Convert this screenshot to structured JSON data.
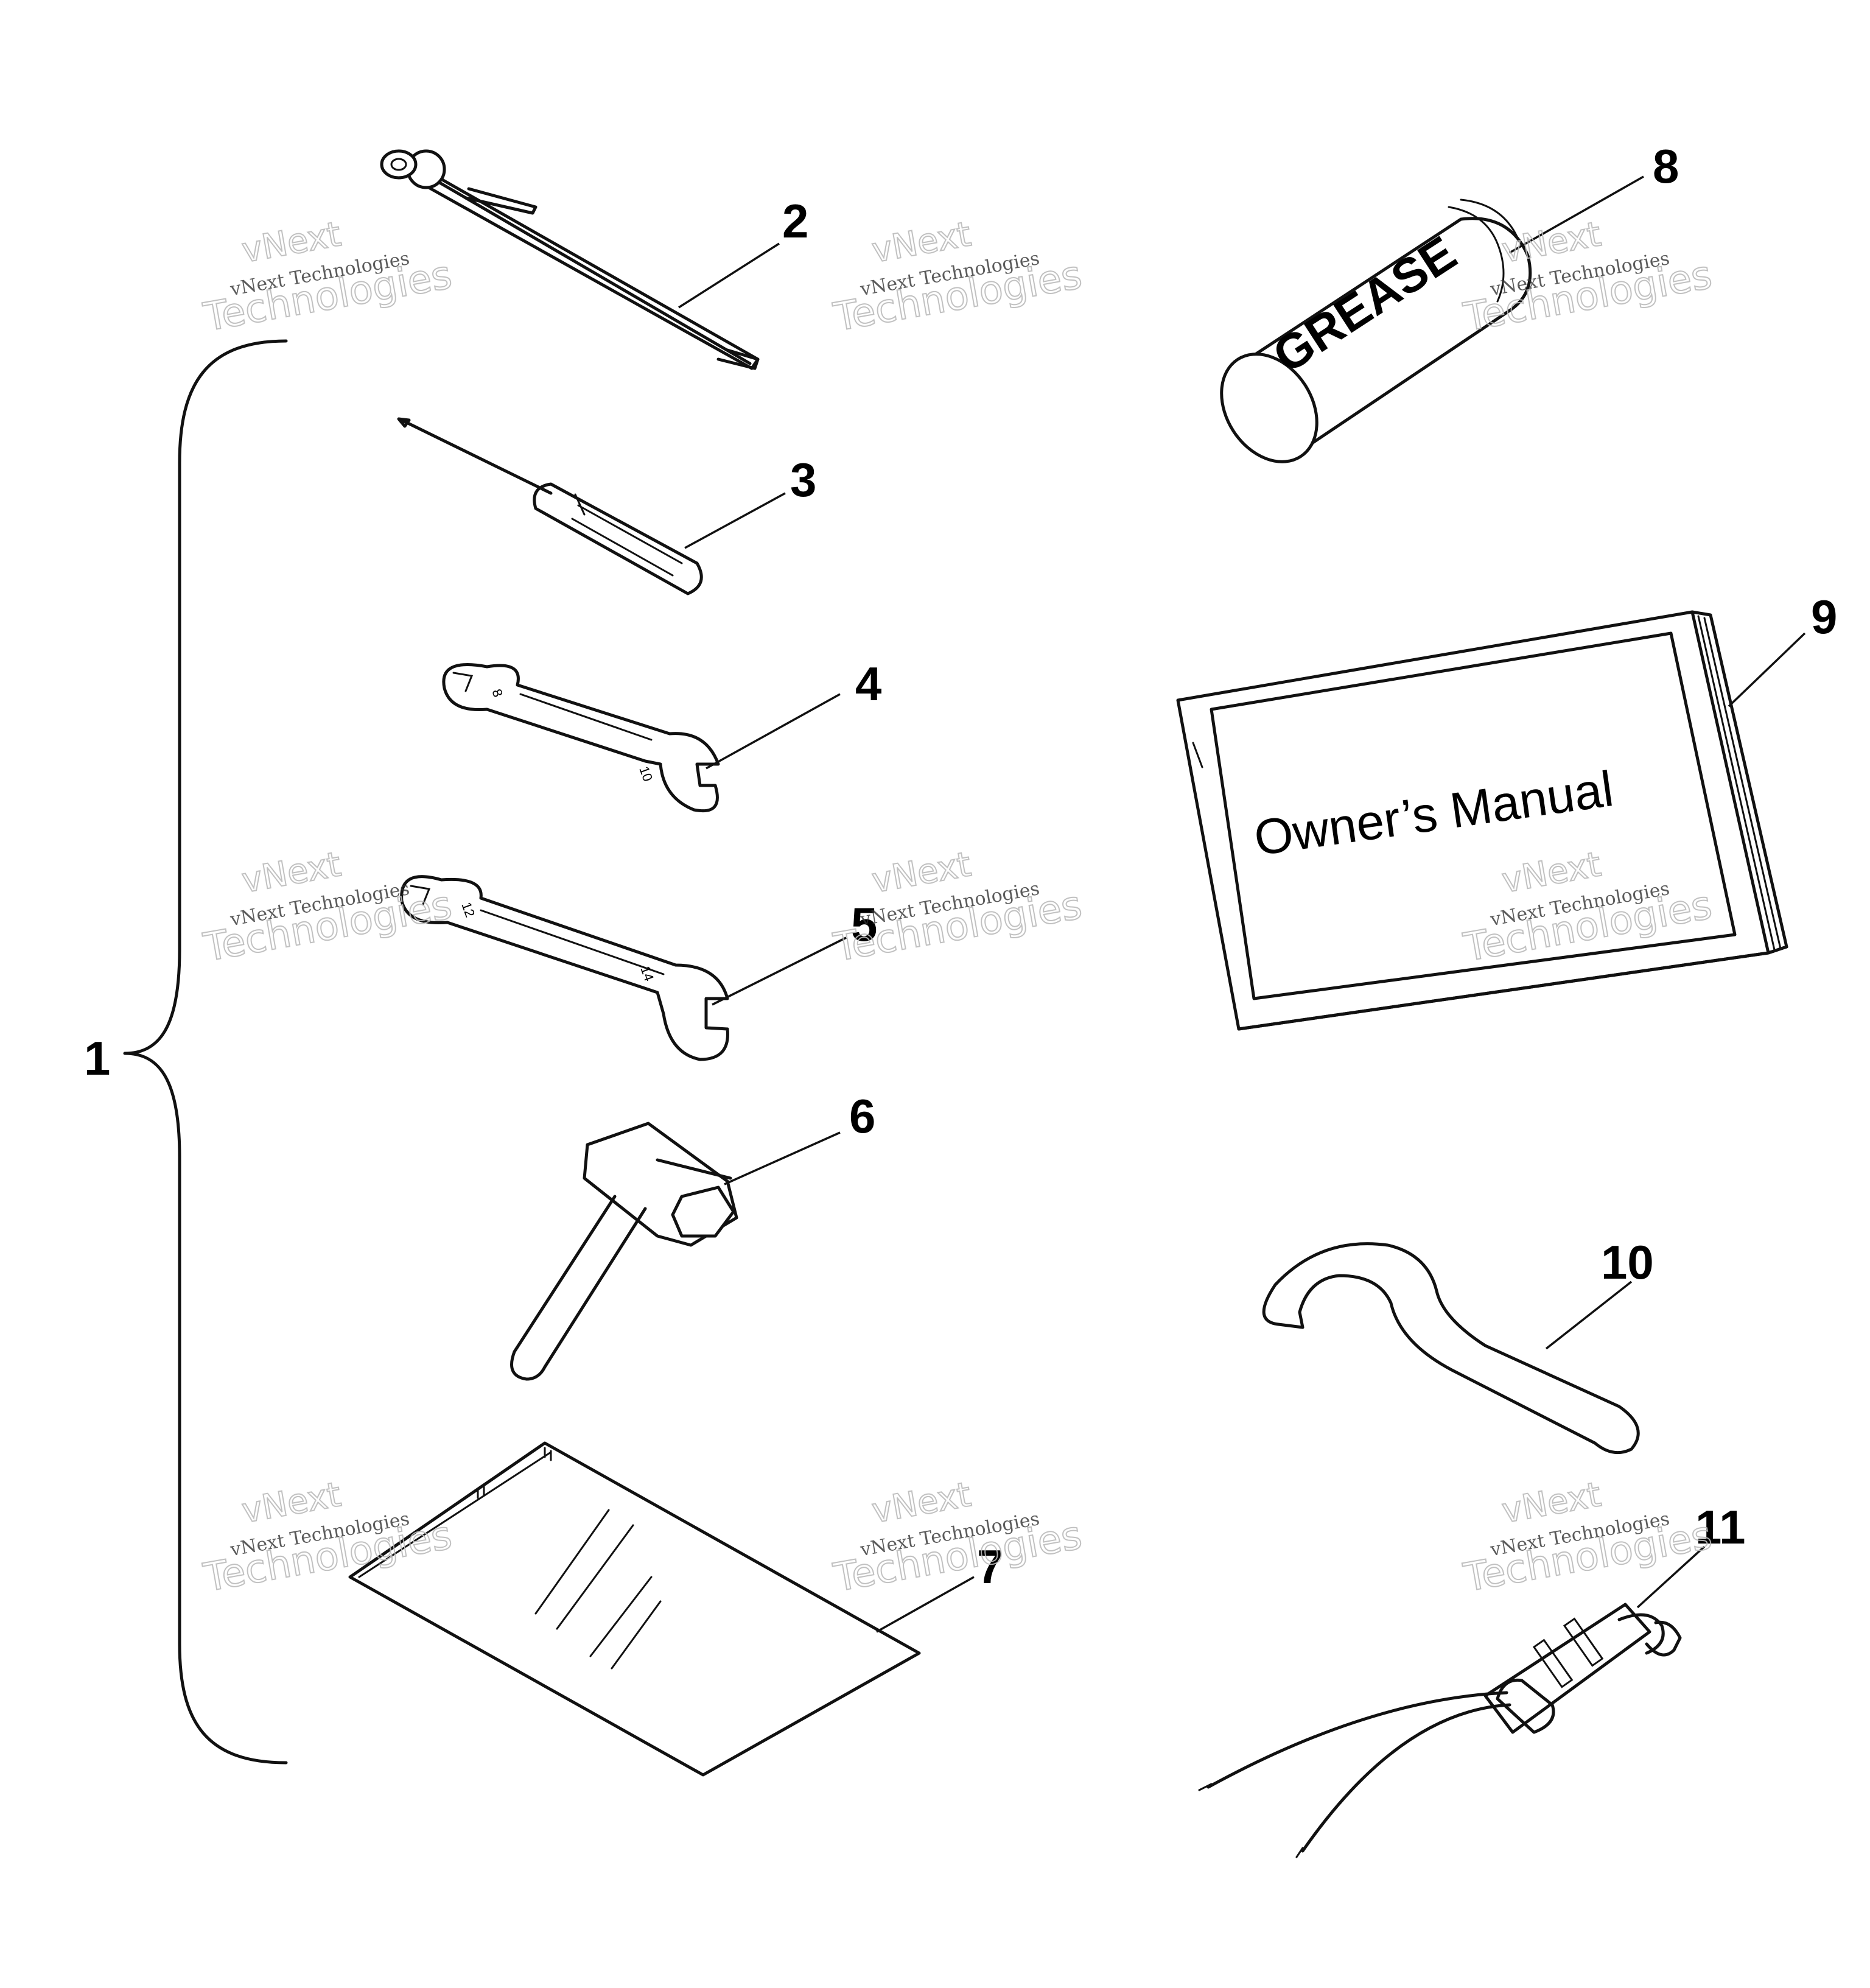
{
  "callouts": {
    "c1": "1",
    "c2": "2",
    "c3": "3",
    "c4": "4",
    "c5": "5",
    "c6": "6",
    "c7": "7",
    "c8": "8",
    "c9": "9",
    "c10": "10",
    "c11": "11"
  },
  "printed_labels": {
    "grease": "GREASE",
    "manual": "Owner’s Manual",
    "wrench_4_a": "8",
    "wrench_4_b": "10",
    "wrench_5_a": "12",
    "wrench_5_b": "14"
  },
  "watermark": {
    "line1": "vNext",
    "line2": "vNext Technologies",
    "line3": "Technologies"
  },
  "colors": {
    "ink": "#111111",
    "paper": "#ffffff"
  }
}
